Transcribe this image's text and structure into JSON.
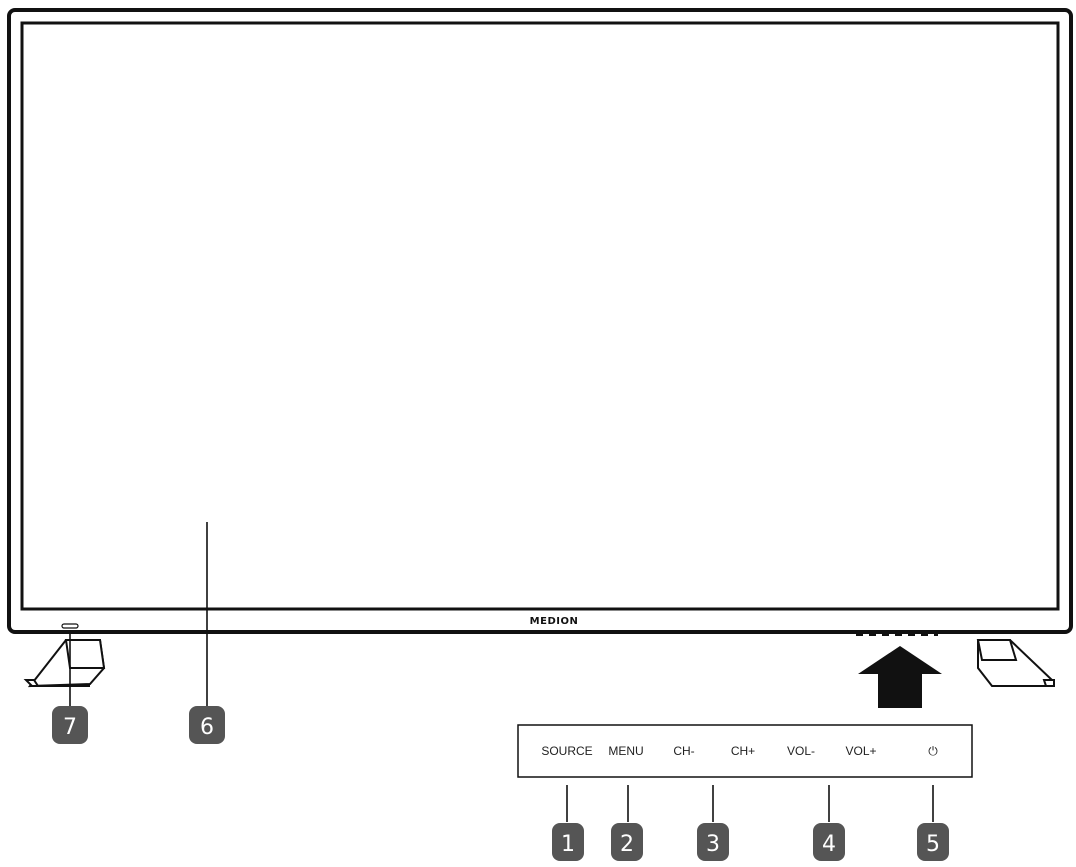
{
  "tv": {
    "brand": "MEDION"
  },
  "control_panel": {
    "buttons": [
      {
        "label": "SOURCE",
        "callout": "1"
      },
      {
        "label": "MENU",
        "callout": "2"
      },
      {
        "label": "CH-",
        "callout": "3"
      },
      {
        "label": "CH+",
        "callout": "3"
      },
      {
        "label": "VOL-",
        "callout": "4"
      },
      {
        "label": "VOL+",
        "callout": "4"
      },
      {
        "label": "⏻",
        "callout": "5",
        "icon": "power-icon"
      }
    ]
  },
  "callouts": [
    {
      "number": "1",
      "target": "SOURCE"
    },
    {
      "number": "2",
      "target": "MENU"
    },
    {
      "number": "3",
      "target": "CH-/CH+"
    },
    {
      "number": "4",
      "target": "VOL-/VOL+"
    },
    {
      "number": "5",
      "target": "power"
    },
    {
      "number": "6",
      "target": "screen"
    },
    {
      "number": "7",
      "target": "status-led"
    }
  ],
  "colors": {
    "outline": "#111111",
    "badge": "#555555",
    "background": "#ffffff"
  }
}
